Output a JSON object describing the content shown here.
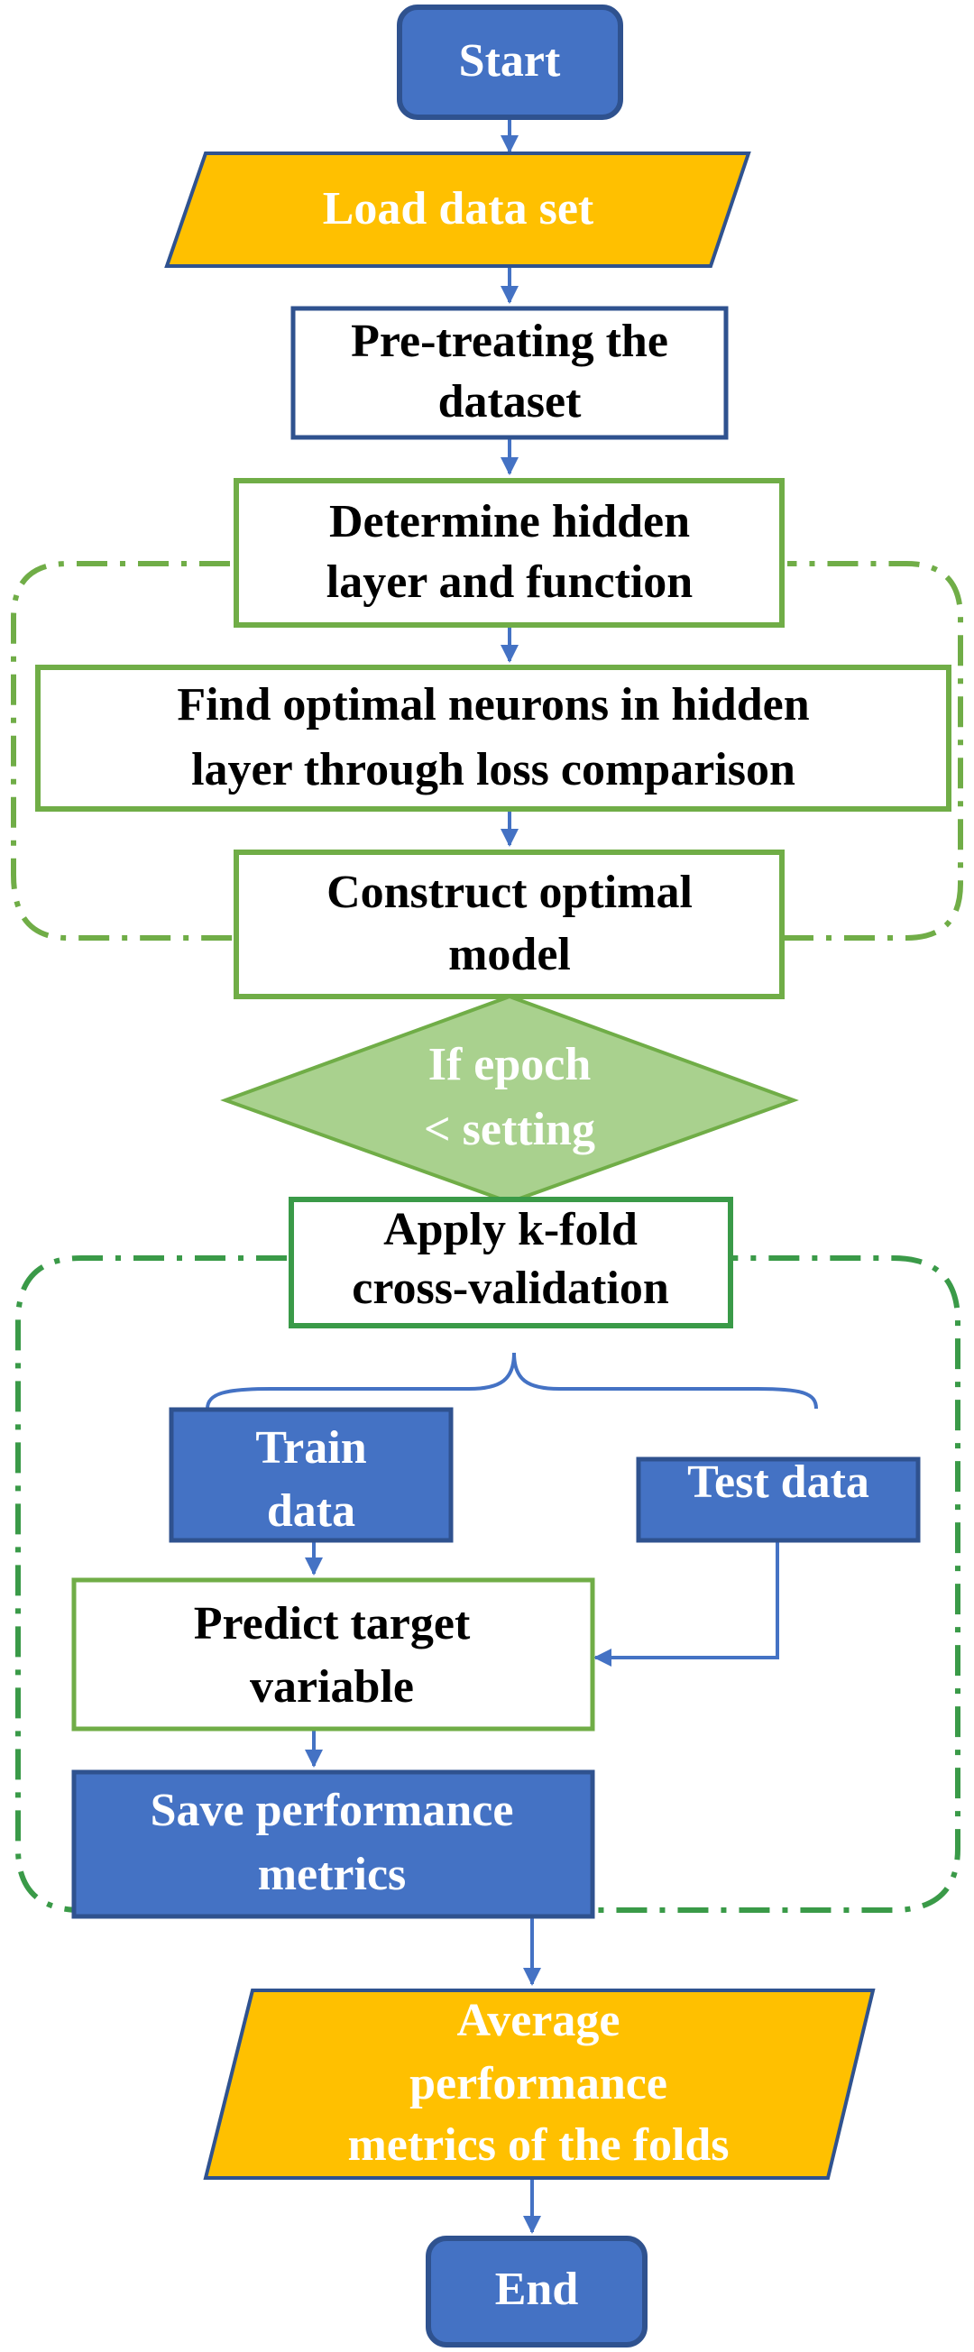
{
  "nodes": {
    "start": "Start",
    "load": "Load data set",
    "pretreat": [
      "Pre-treating the",
      "dataset"
    ],
    "determine": [
      "Determine hidden",
      "layer and function"
    ],
    "find": [
      "Find optimal neurons in hidden",
      "layer through loss comparison"
    ],
    "construct": [
      "Construct optimal",
      "model"
    ],
    "decision": [
      "If epoch",
      "< setting"
    ],
    "kfold": [
      "Apply k-fold",
      "cross-validation"
    ],
    "train": [
      "Train",
      "data"
    ],
    "test": "Test data",
    "predict": [
      "Predict target",
      "variable"
    ],
    "save": [
      "Save performance",
      "metrics"
    ],
    "average": [
      "Average",
      "performance",
      "metrics of the folds"
    ],
    "end": "End"
  },
  "colors": {
    "blue_fill": "#4472c4",
    "blue_stroke": "#2f528f",
    "gold_fill": "#ffc000",
    "green_stroke": "#70ad47",
    "green_fill": "#a9d18e",
    "dash_green": "#70ad47",
    "dash_green_dark": "#3a9a48",
    "arrow": "#4472c4"
  }
}
